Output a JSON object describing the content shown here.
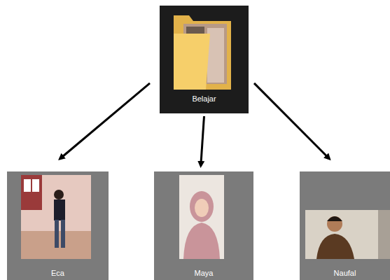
{
  "diagram": {
    "nodes": [
      {
        "text": [
          "Belajar"
        ]
      },
      {
        "text": [
          "Eca"
        ]
      },
      {
        "text": [
          "Maya"
        ]
      },
      {
        "text": [
          "Naufal"
        ]
      }
    ],
    "edges": [
      {
        "from": 0,
        "to": 1,
        "arrow": "to"
      },
      {
        "from": 0,
        "to": 2,
        "arrow": "to"
      },
      {
        "from": 0,
        "to": 3,
        "arrow": "to"
      }
    ]
  }
}
